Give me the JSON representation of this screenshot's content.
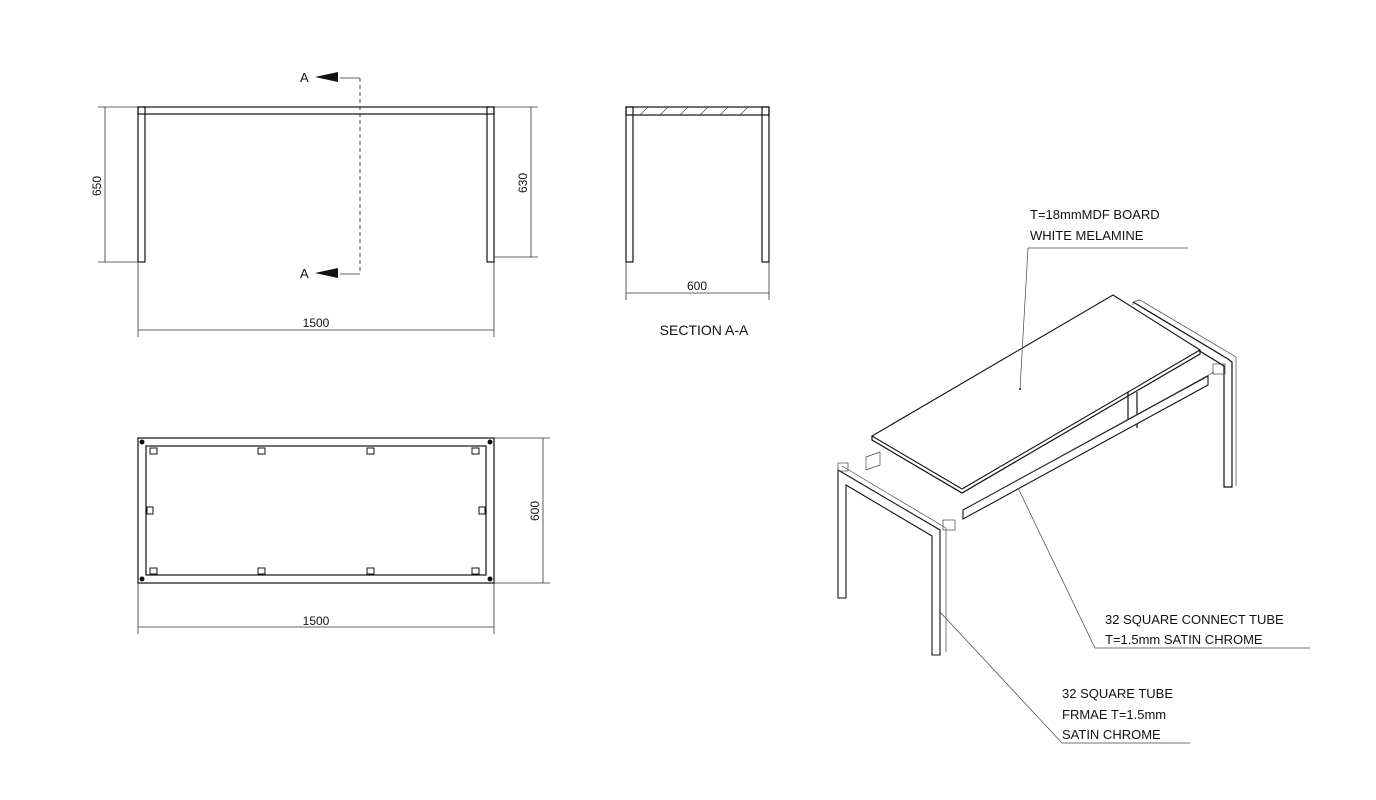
{
  "front_view": {
    "section_marker_top": "A",
    "section_marker_bottom": "A",
    "dim_height_left": "650",
    "dim_height_right": "630",
    "dim_width": "1500"
  },
  "section_view": {
    "dim_width": "600",
    "title": "SECTION  A-A"
  },
  "plan_view": {
    "dim_depth": "600",
    "dim_width": "1500"
  },
  "isometric_view": {
    "callouts": {
      "board_line1": "T=18mmMDF BOARD",
      "board_line2": "WHITE MELAMINE",
      "connect_line1": "32 SQUARE CONNECT TUBE",
      "connect_line2": "T=1.5mm SATIN CHROME",
      "frame_line1": "32 SQUARE TUBE",
      "frame_line2": "FRMAE T=1.5mm",
      "frame_line3": "SATIN CHROME"
    }
  }
}
